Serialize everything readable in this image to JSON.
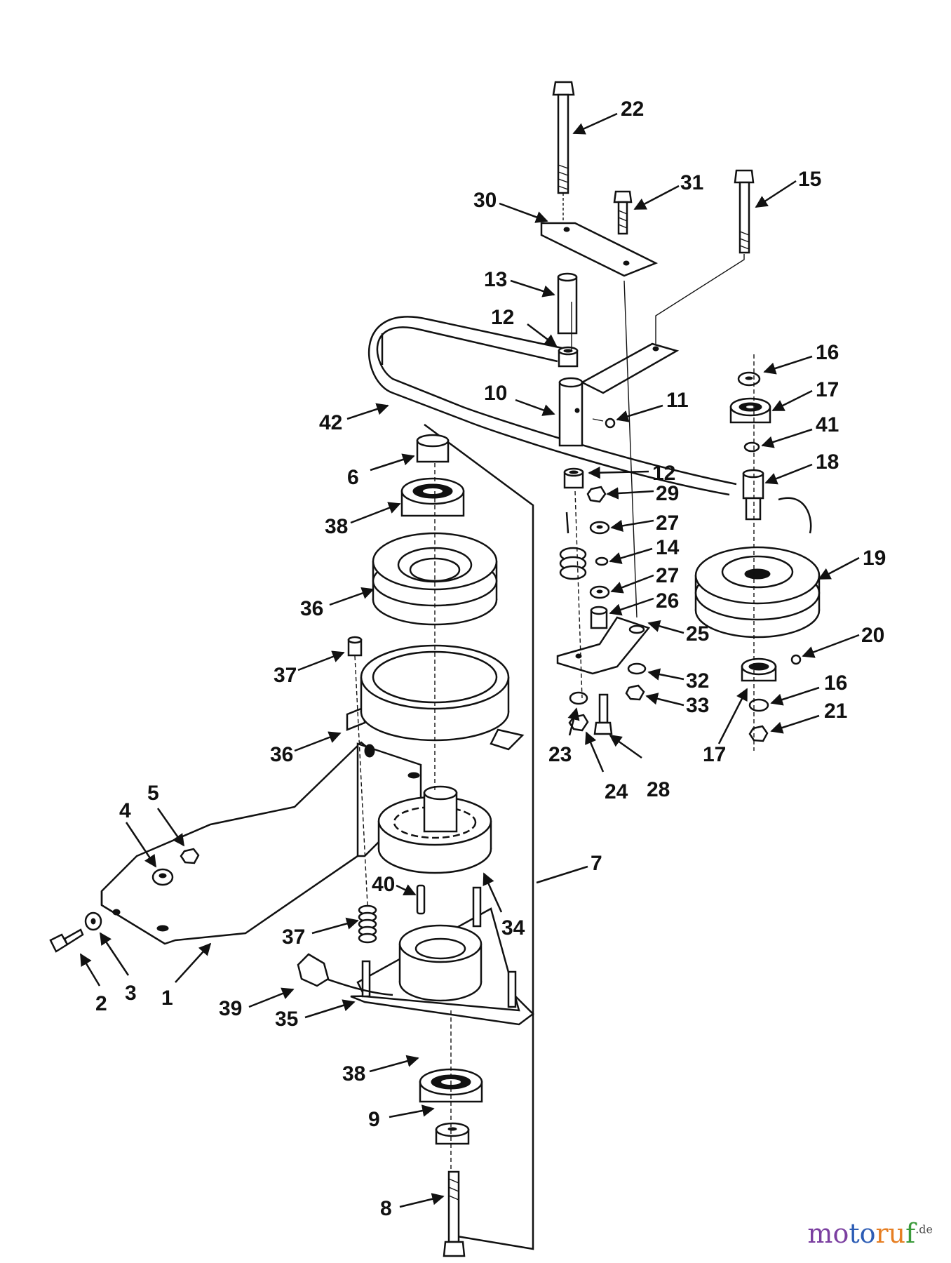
{
  "labels": [
    "1",
    "2",
    "3",
    "4",
    "5",
    "6",
    "7",
    "8",
    "9",
    "10",
    "11",
    "12",
    "12",
    "13",
    "14",
    "15",
    "16",
    "16",
    "17",
    "17",
    "18",
    "19",
    "20",
    "21",
    "22",
    "23",
    "24",
    "25",
    "26",
    "27",
    "27",
    "28",
    "29",
    "30",
    "31",
    "32",
    "33",
    "34",
    "35",
    "36",
    "36",
    "37",
    "37",
    "38",
    "38",
    "39",
    "40",
    "41",
    "42"
  ],
  "watermark": {
    "part1": "mo",
    "part2": "to",
    "part3": "ru",
    "part4": "f",
    "suffix": ".de"
  },
  "colors": {
    "ink": "#111111",
    "background": "#ffffff"
  }
}
